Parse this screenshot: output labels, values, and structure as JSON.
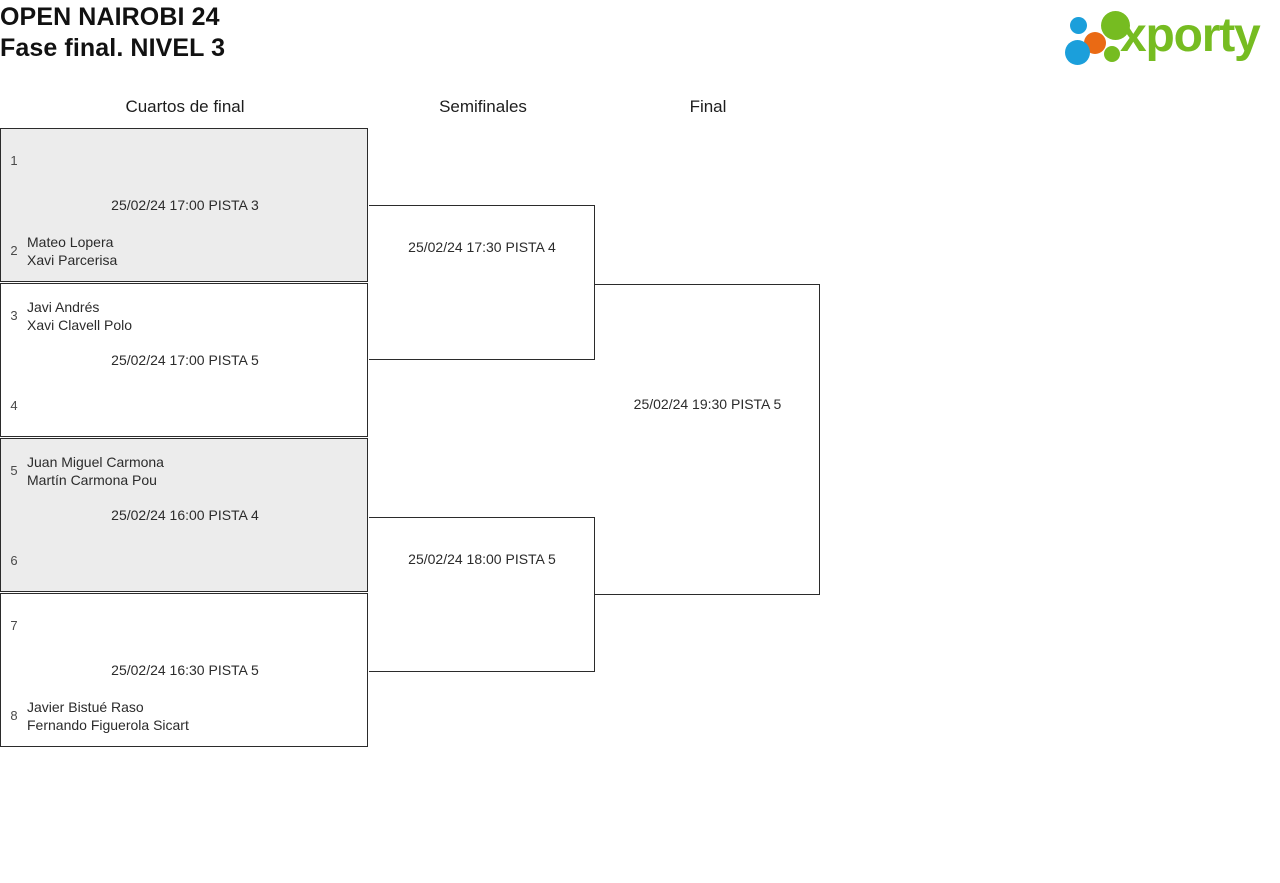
{
  "header": {
    "title_line1": "OPEN NAIROBI 24",
    "title_line2": "Fase final. NIVEL 3",
    "logo_text": "xporty",
    "logo_dots": [
      "blue-small",
      "orange",
      "green-large",
      "blue-large",
      "green-small"
    ],
    "brand_colors": {
      "green": "#76bc21",
      "blue": "#1b9fdb",
      "orange": "#ea6a14"
    }
  },
  "rounds": [
    {
      "id": "quarterfinals",
      "label": "Cuartos de final"
    },
    {
      "id": "semifinals",
      "label": "Semifinales"
    },
    {
      "id": "final",
      "label": "Final"
    }
  ],
  "quarterfinals": [
    {
      "caption": "25/02/24 17:00 PISTA 3",
      "shaded": true,
      "top": {
        "seed": "1",
        "player1": "",
        "player2": ""
      },
      "bottom": {
        "seed": "2",
        "player1": "Mateo Lopera",
        "player2": "Xavi Parcerisa"
      }
    },
    {
      "caption": "25/02/24 17:00 PISTA 5",
      "shaded": false,
      "top": {
        "seed": "3",
        "player1": "Javi Andrés",
        "player2": "Xavi Clavell Polo"
      },
      "bottom": {
        "seed": "4",
        "player1": "",
        "player2": ""
      }
    },
    {
      "caption": "25/02/24 16:00 PISTA 4",
      "shaded": true,
      "top": {
        "seed": "5",
        "player1": "Juan Miguel Carmona",
        "player2": "Martín Carmona Pou"
      },
      "bottom": {
        "seed": "6",
        "player1": "",
        "player2": ""
      }
    },
    {
      "caption": "25/02/24 16:30 PISTA 5",
      "shaded": false,
      "top": {
        "seed": "7",
        "player1": "",
        "player2": ""
      },
      "bottom": {
        "seed": "8",
        "player1": "Javier Bistué Raso",
        "player2": "Fernando Figuerola Sicart"
      }
    }
  ],
  "semifinals": [
    {
      "caption": "25/02/24 17:30 PISTA 4"
    },
    {
      "caption": "25/02/24 18:00 PISTA 5"
    }
  ],
  "final": [
    {
      "caption": "25/02/24 19:30 PISTA 5"
    }
  ]
}
